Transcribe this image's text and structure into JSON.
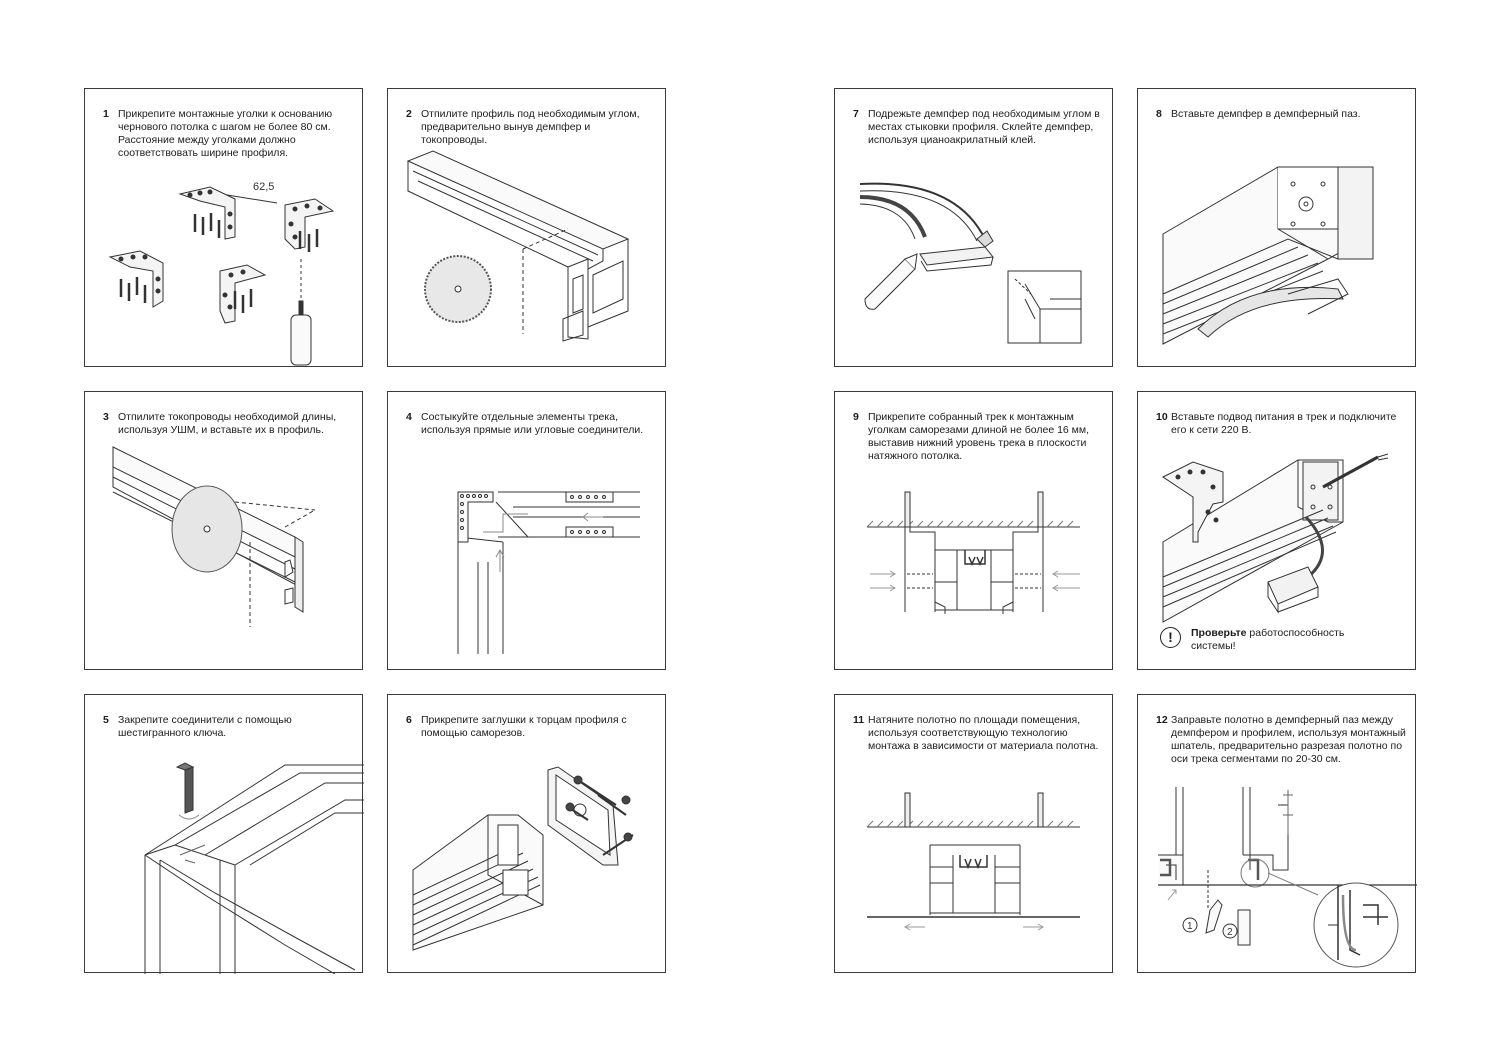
{
  "steps": [
    {
      "n": "1",
      "text": "Прикрепите монтажные уголки к основанию чернового потолка с шагом не более 80 см. Расстояние между уголками должно соответствовать ширине профиля.",
      "dimension": "62,5"
    },
    {
      "n": "2",
      "text": "Отпилите профиль под необходимым углом, предварительно вынув демпфер и токопроводы."
    },
    {
      "n": "3",
      "text": "Отпилите токопроводы необходимой длины, используя УШМ, и вставьте их в профиль."
    },
    {
      "n": "4",
      "text": "Состыкуйте отдельные элементы трека, используя прямые или угловые соединители."
    },
    {
      "n": "5",
      "text": "Закрепите соединители с помощью шестигранного ключа."
    },
    {
      "n": "6",
      "text": "Прикрепите заглушки к торцам профиля с помощью саморезов."
    },
    {
      "n": "7",
      "text": "Подрежьте демпфер под необходимым углом в местах стыковки профиля. Склейте демпфер, используя цианоакрилатный клей."
    },
    {
      "n": "8",
      "text": "Вставьте демпфер в демпферный паз."
    },
    {
      "n": "9",
      "text": "Прикрепите собранный трек к монтажным уголкам саморезами длиной не более 16 мм, выставив нижний уровень трека в плоскости натяжного потолка."
    },
    {
      "n": "10",
      "text": "Вставьте подвод питания в трек и подключите его к сети 220 В.",
      "warning_bold": "Проверьте",
      "warning_rest": " работоспособность системы!",
      "warning_icon": "!"
    },
    {
      "n": "11",
      "text": "Натяните полотно по площади помещения, используя соответствующую технологию монтажа в зависимости от материала полотна."
    },
    {
      "n": "12",
      "text": "Заправьте полотно в демпферный паз между демпфером и профилем, используя монтажный шпатель, предварительно разрезая полотно по оси трека сегментами по 20-30 см.",
      "callout_1": "1",
      "callout_2": "2"
    }
  ]
}
